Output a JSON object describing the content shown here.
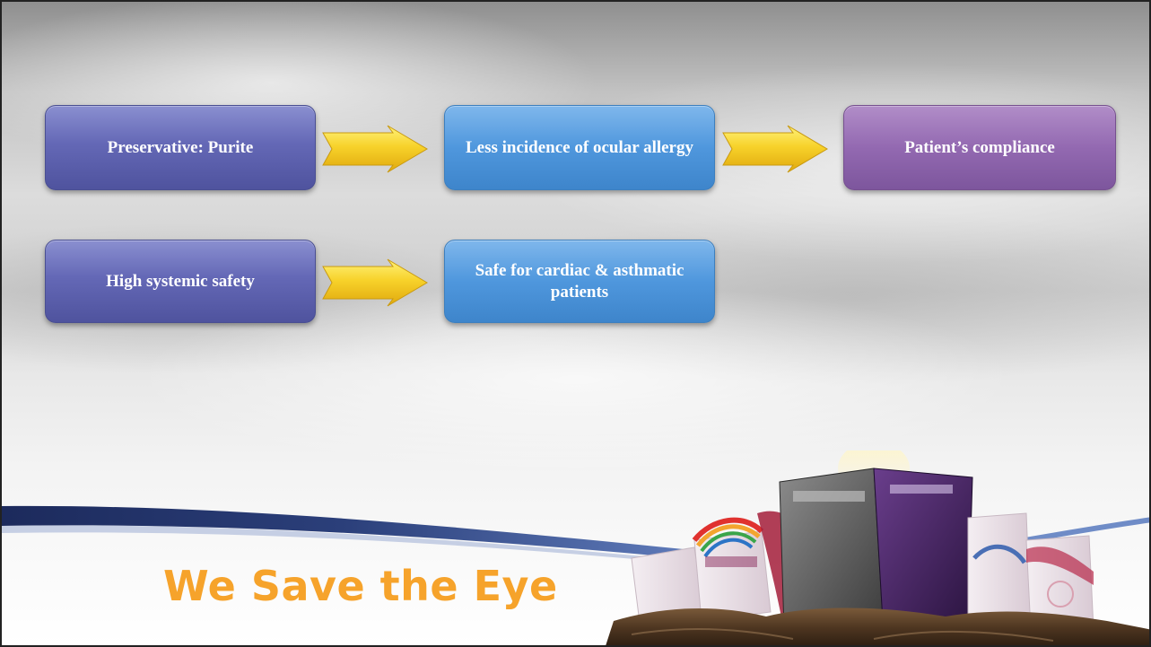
{
  "flow": {
    "row1": {
      "box1": "Preservative: Purite",
      "box2": "Less incidence of ocular allergy",
      "box3": "Patient’s compliance"
    },
    "row2": {
      "box1": "High systemic safety",
      "box2": "Safe for cardiac & asthmatic patients"
    }
  },
  "footer": {
    "tagline": "We Save the Eye"
  },
  "colors": {
    "box_purple_blue": "#6468b6",
    "box_sky_blue": "#4f97dd",
    "box_violet": "#9369b1",
    "arrow_yellow": "#f7d22a",
    "tagline_orange": "#f6a32b",
    "wave_navy": "#24346b"
  },
  "icons": {
    "arrow": "yellow-chevron-arrow-icon",
    "products": "product-boxes-on-rock-image"
  }
}
